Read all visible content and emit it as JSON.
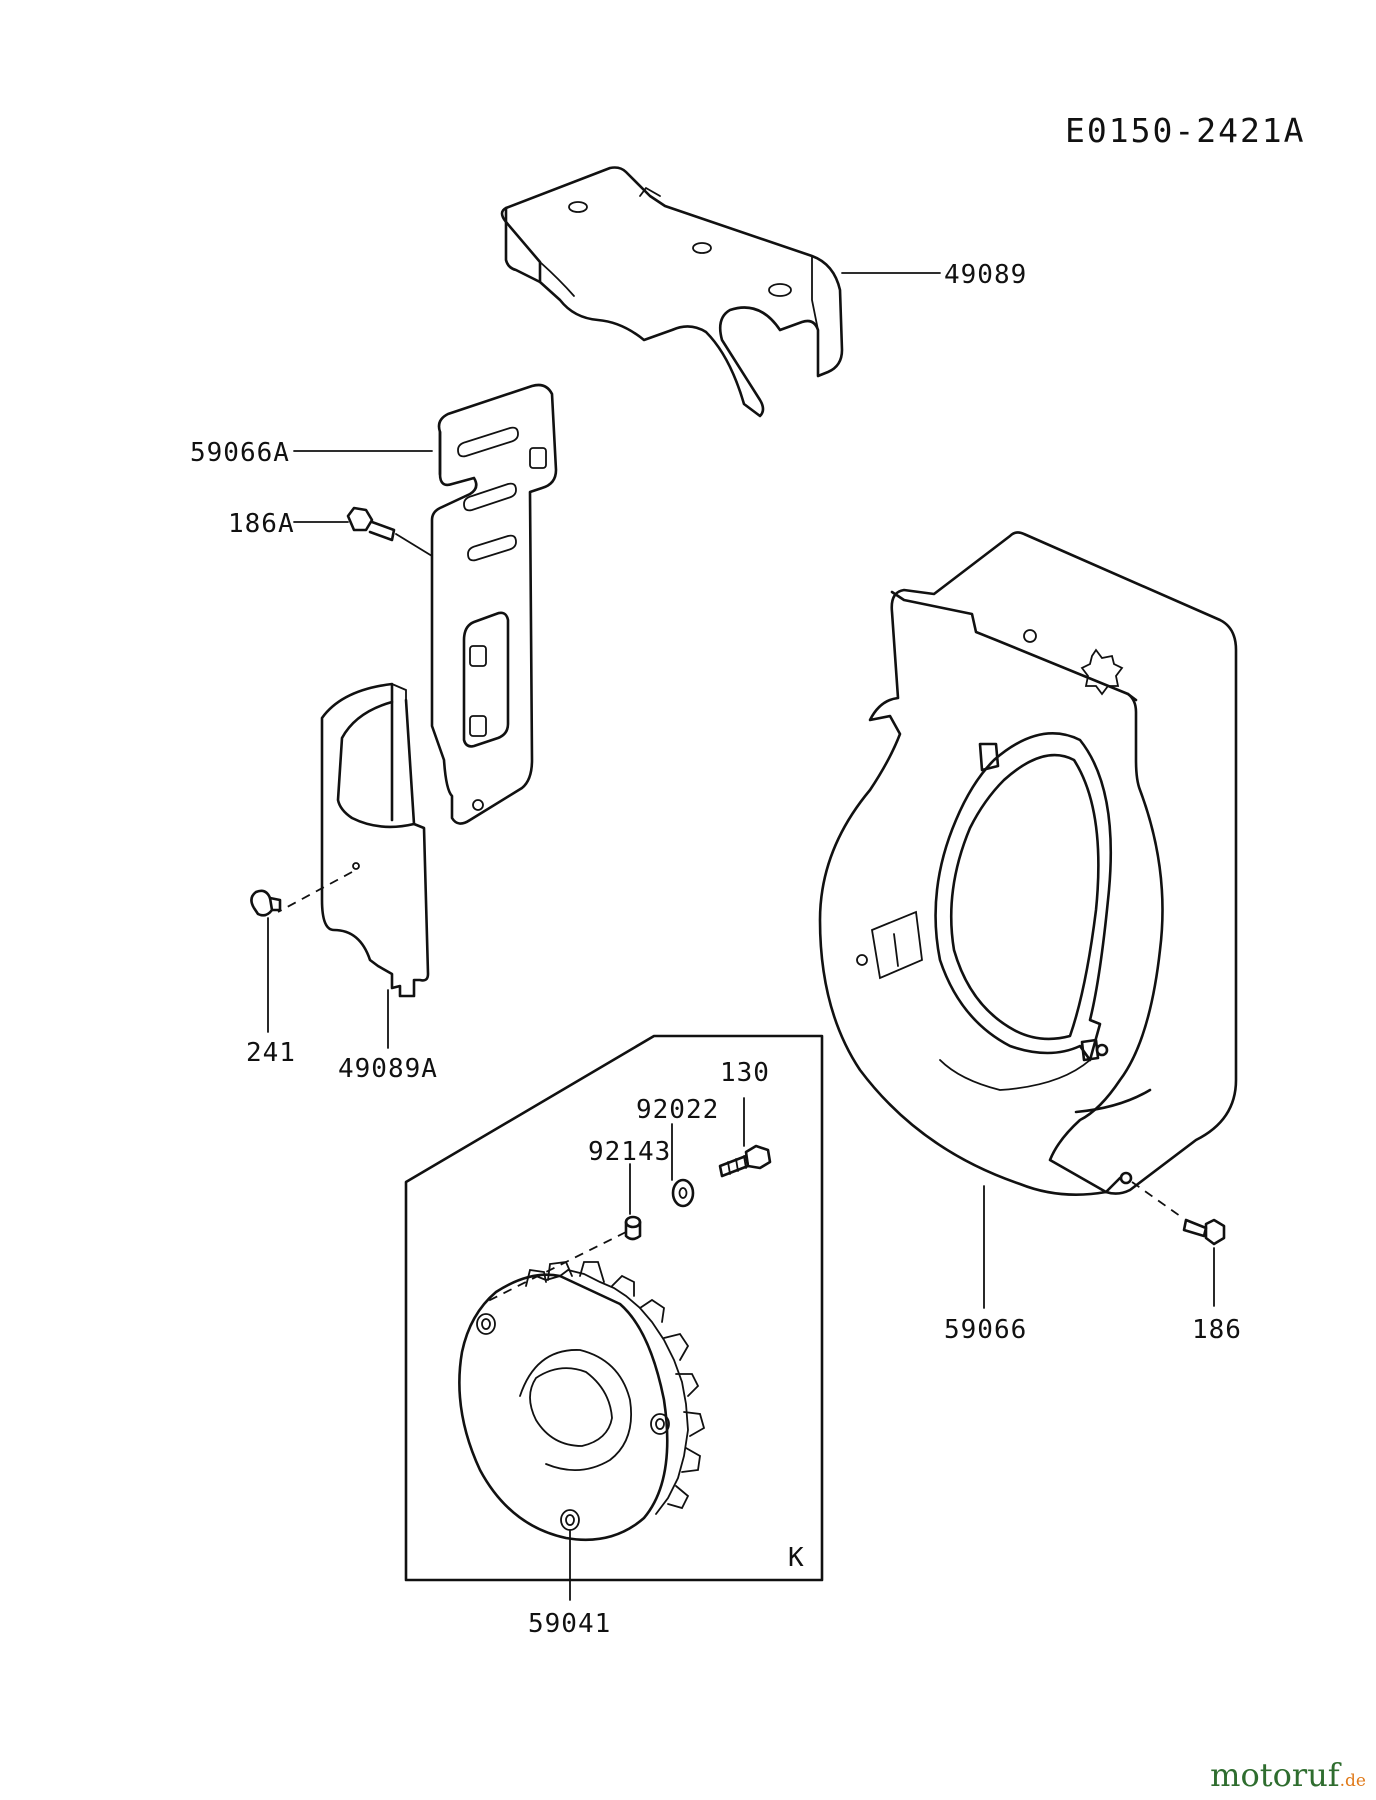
{
  "diagram": {
    "code": "E0150-2421A",
    "frame_letter": "K",
    "parts": [
      {
        "id": "49089",
        "label": "49089"
      },
      {
        "id": "59066A",
        "label": "59066A"
      },
      {
        "id": "186A",
        "label": "186A"
      },
      {
        "id": "241",
        "label": "241"
      },
      {
        "id": "49089A",
        "label": "49089A"
      },
      {
        "id": "130",
        "label": "130"
      },
      {
        "id": "92022",
        "label": "92022"
      },
      {
        "id": "92143",
        "label": "92143"
      },
      {
        "id": "59066",
        "label": "59066"
      },
      {
        "id": "186",
        "label": "186"
      },
      {
        "id": "59041",
        "label": "59041"
      }
    ]
  },
  "watermark": {
    "brand": "motoruf",
    "suffix": ".de"
  }
}
